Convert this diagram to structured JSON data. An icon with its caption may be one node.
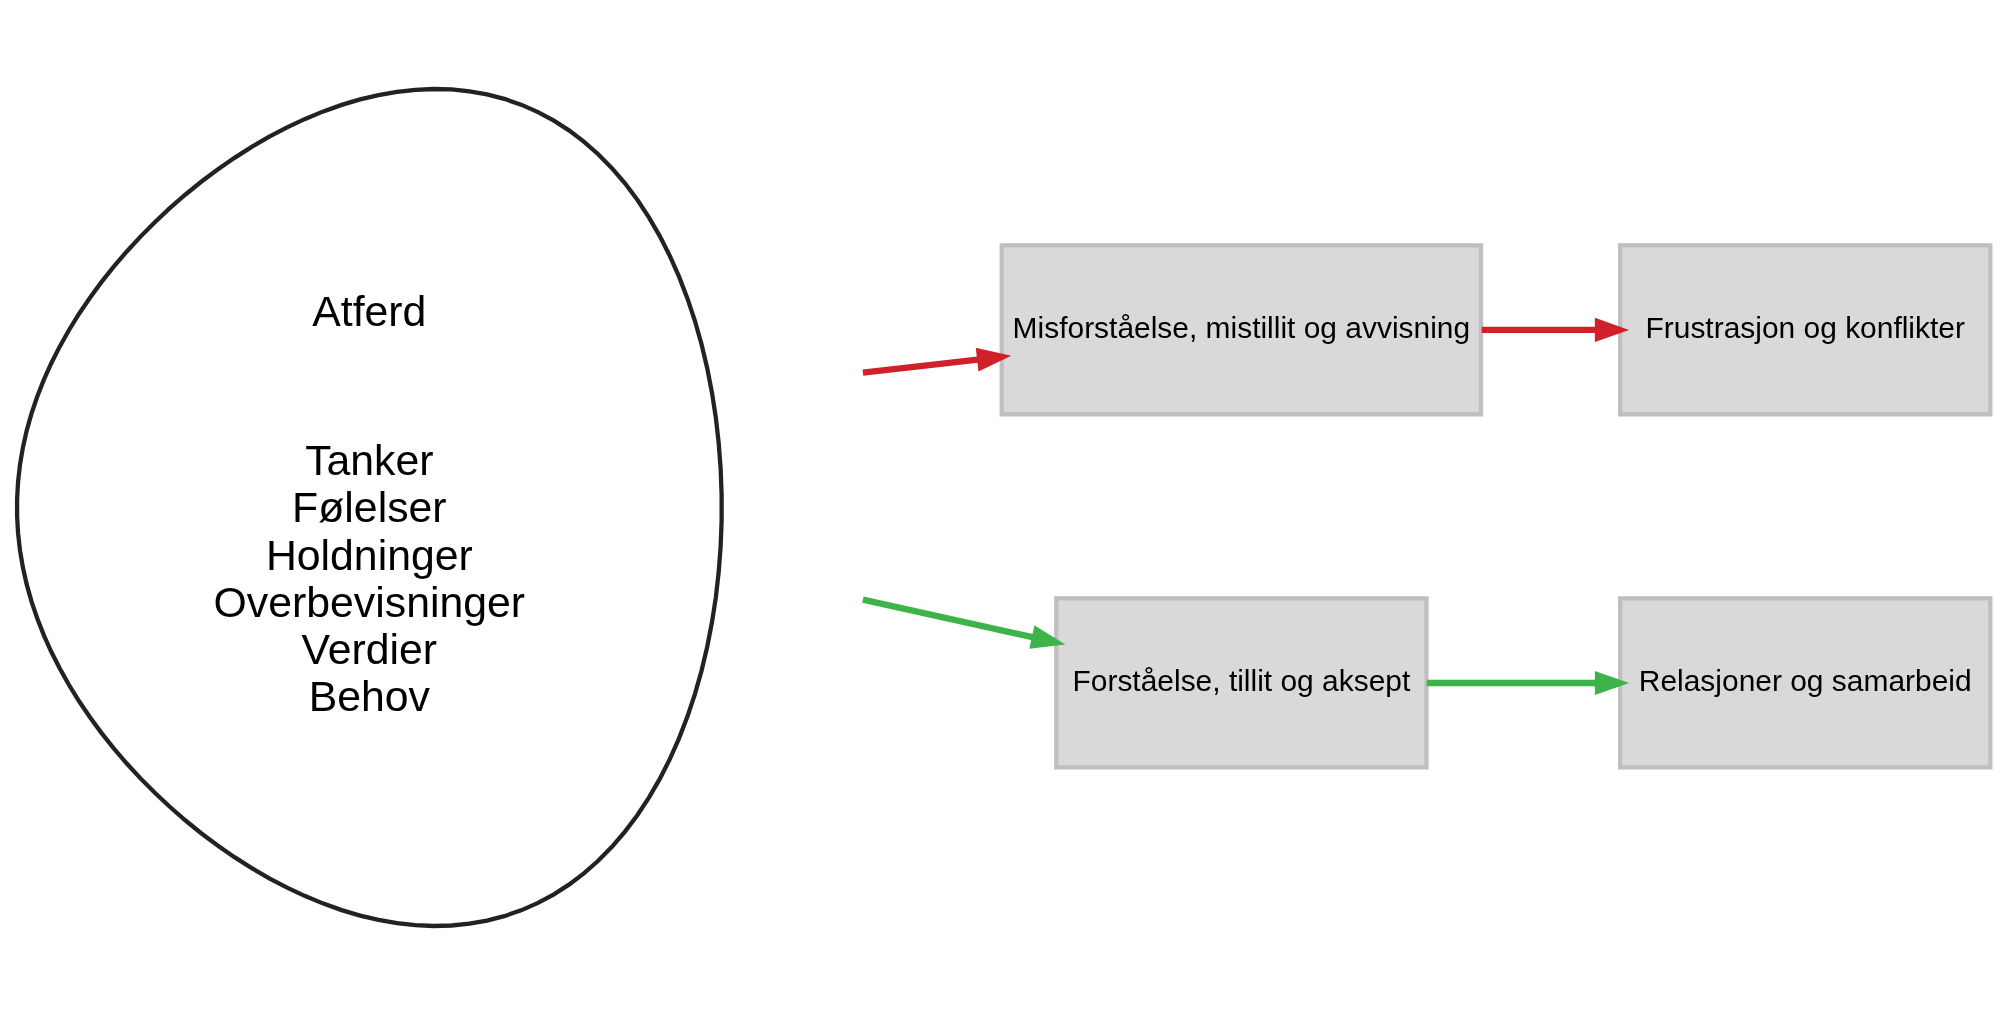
{
  "diagram": {
    "nodes": [
      {
        "text": [
          "Atferd",
          "Tanker",
          "Følelser",
          "Holdninger",
          "Overbevisninger",
          "Verdier",
          "Behov"
        ]
      },
      {
        "text": [
          "Misforståelse, mistillit og avvisning"
        ]
      },
      {
        "text": [
          "Frustrasjon og konflikter"
        ]
      },
      {
        "text": [
          "Forståelse, tillit og aksept"
        ]
      },
      {
        "text": [
          "Relasjoner og samarbeid"
        ]
      }
    ],
    "edges": [
      {
        "from": null,
        "to": 1,
        "arrow": "to",
        "color": "#d0202a"
      },
      {
        "from": 1,
        "to": 2,
        "arrow": "to",
        "color": "#d0202a"
      },
      {
        "from": null,
        "to": 3,
        "arrow": "to",
        "color": "#3cb44a"
      },
      {
        "from": 3,
        "to": 4,
        "arrow": "to",
        "color": "#3cb44a"
      }
    ]
  }
}
